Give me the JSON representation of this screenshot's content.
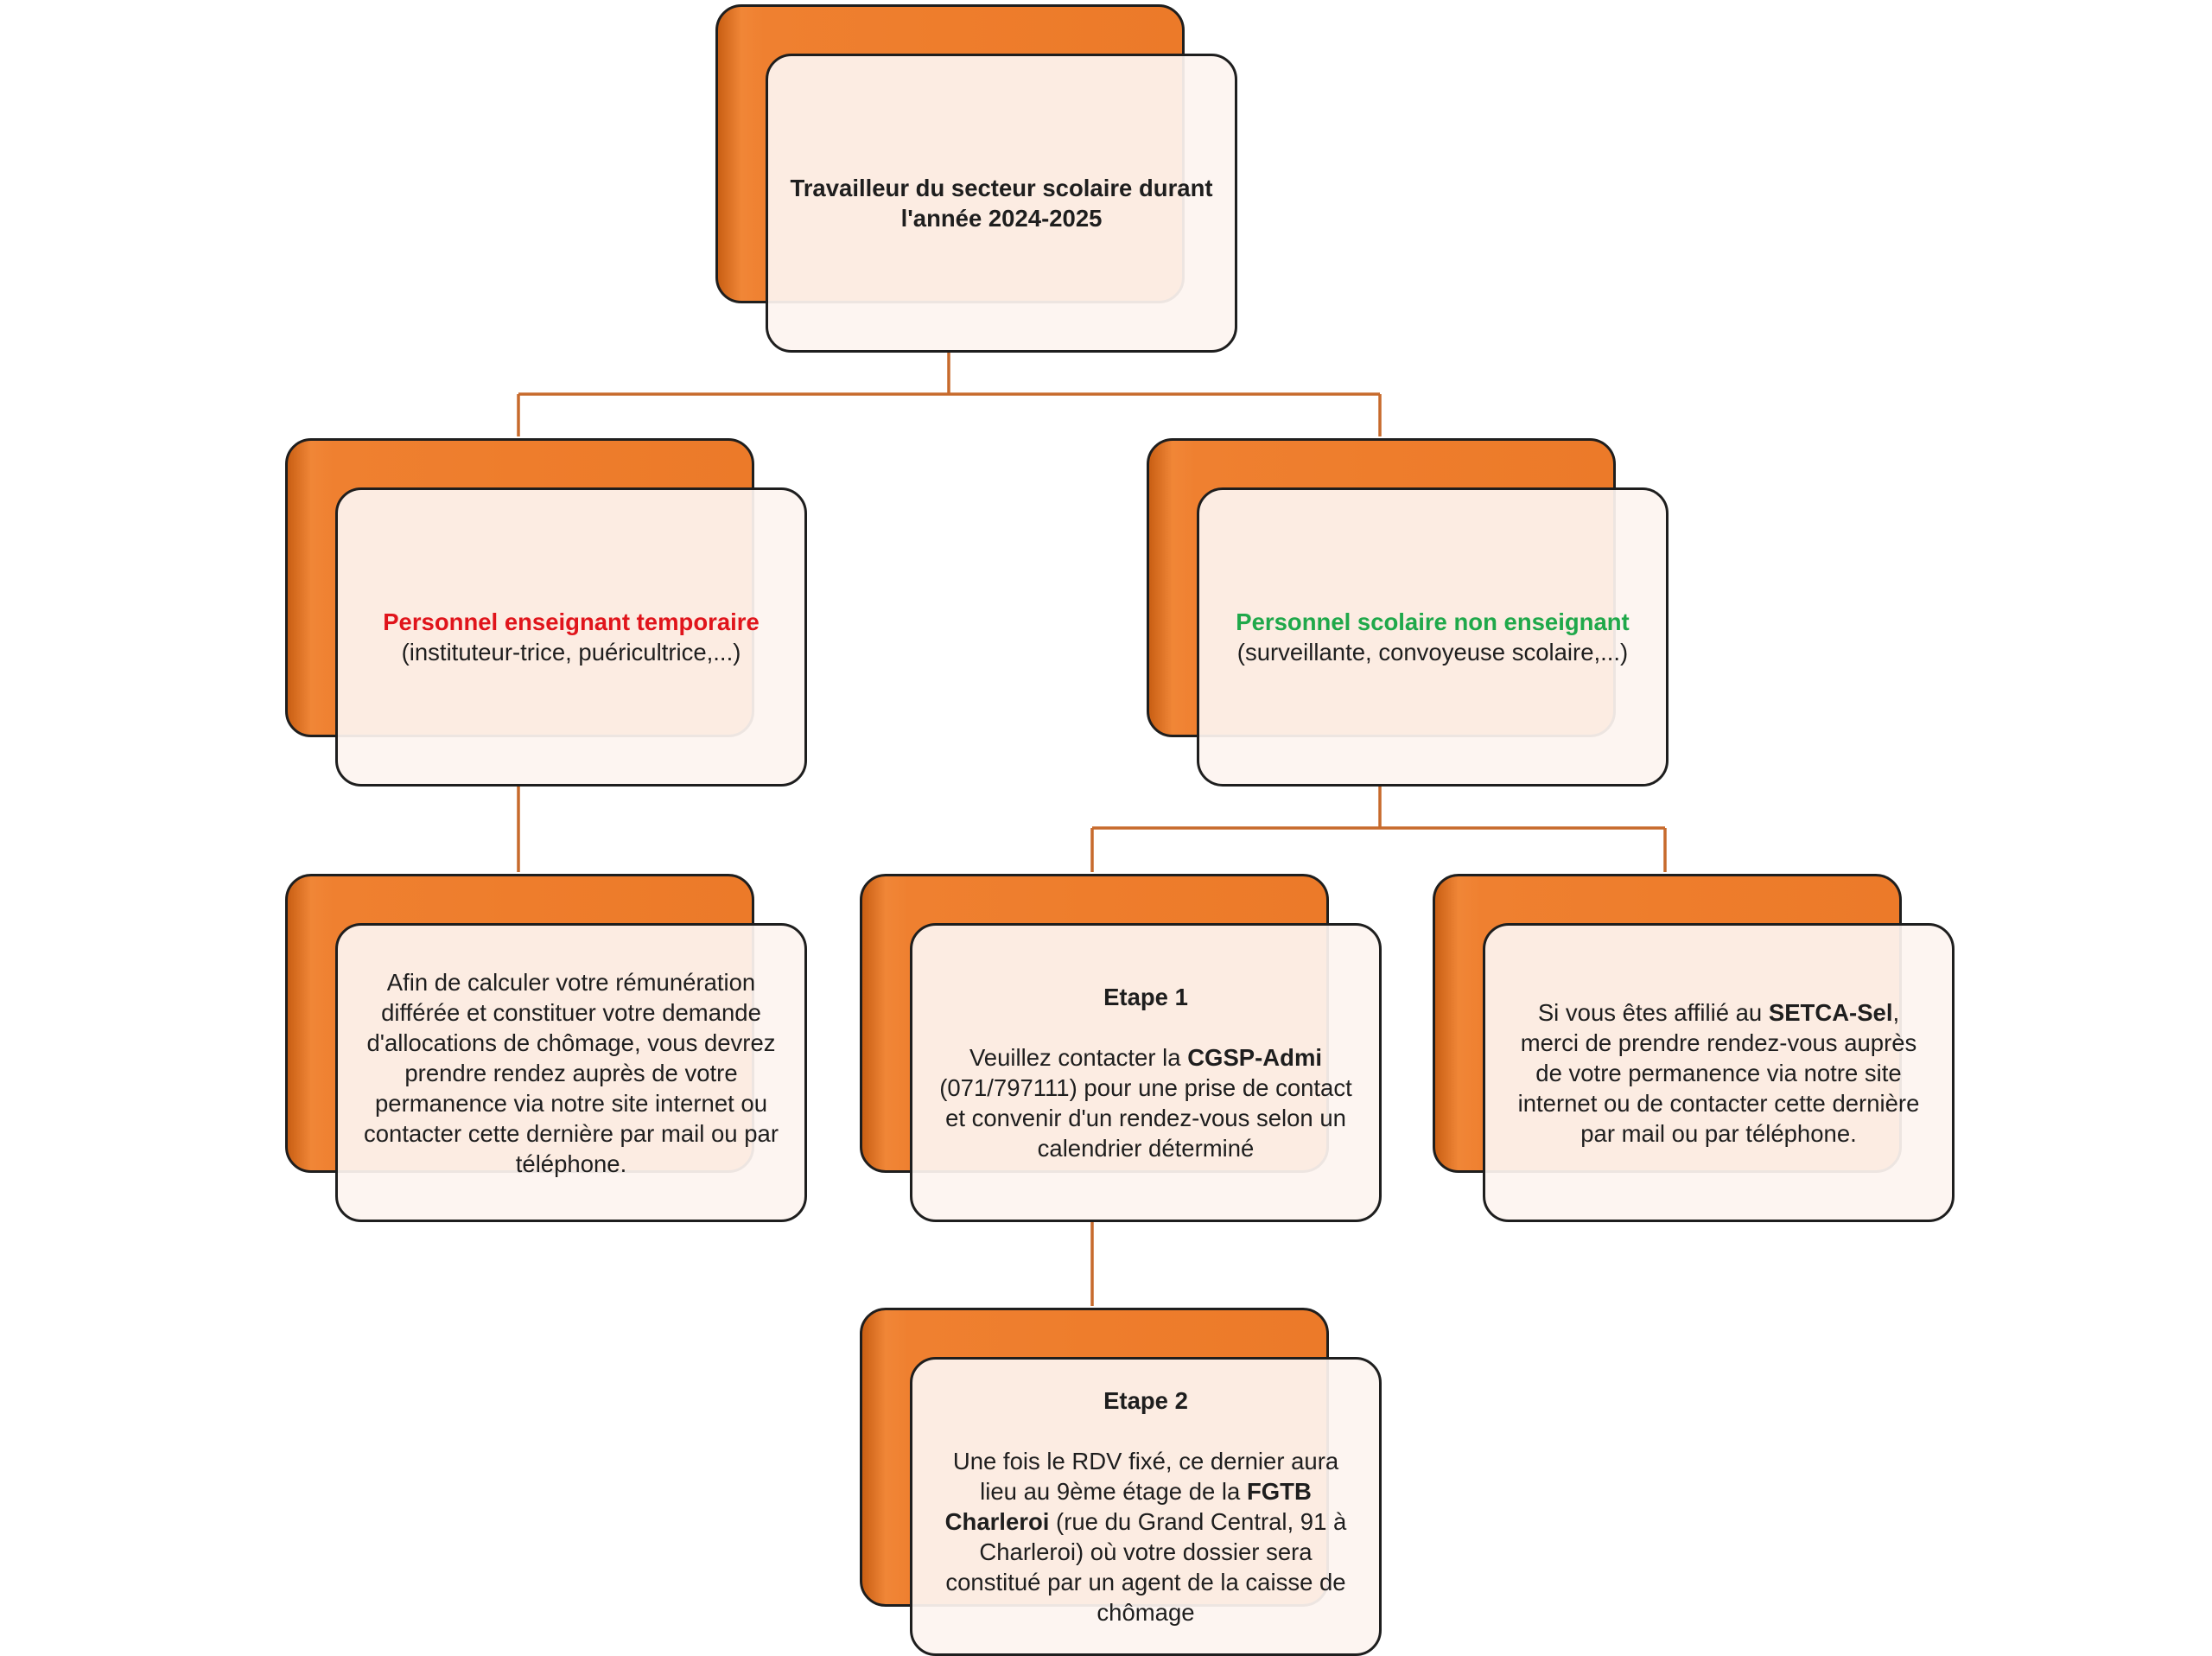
{
  "colors": {
    "connector": "#c76a2c",
    "box_orange": "#ee7d2c",
    "box_face": "#fdf4f0",
    "border": "#1e1e1e",
    "teaching_title": "#e0141b",
    "non_teaching_title": "#1fa84a"
  },
  "root": {
    "title": "Travailleur du secteur scolaire durant l'année 2024-2025"
  },
  "teaching": {
    "title": "Personnel enseignant temporaire",
    "subtitle": "(instituteur-trice, puéricultrice,...)"
  },
  "non_teaching": {
    "title": "Personnel scolaire non enseignant",
    "subtitle": "(surveillante, convoyeuse scolaire,...)"
  },
  "teaching_info": {
    "text": "Afin de calculer votre rémunération différée et constituer votre demande d'allocations de chômage, vous devrez prendre rendez auprès de votre permanence via notre site internet ou contacter cette dernière par mail ou par téléphone."
  },
  "step1": {
    "heading": "Etape 1",
    "text_before": "Veuillez contacter la ",
    "org": "CGSP-Admi",
    "text_after": " (071/797111) pour une prise de contact et convenir d'un rendez-vous selon un calendrier déterminé"
  },
  "setca": {
    "text_before": "Si vous êtes affilié au ",
    "org": "SETCA-Sel",
    "text_after": ", merci de prendre rendez-vous auprès de votre permanence via notre site internet ou de contacter cette dernière par mail ou par téléphone."
  },
  "step2": {
    "heading": "Etape 2",
    "text_before": "Une fois le RDV fixé, ce dernier aura lieu au 9ème étage de la ",
    "org": "FGTB Charleroi",
    "text_after": " (rue du Grand Central, 91 à Charleroi) où votre dossier sera constitué par un agent de la caisse de chômage"
  }
}
